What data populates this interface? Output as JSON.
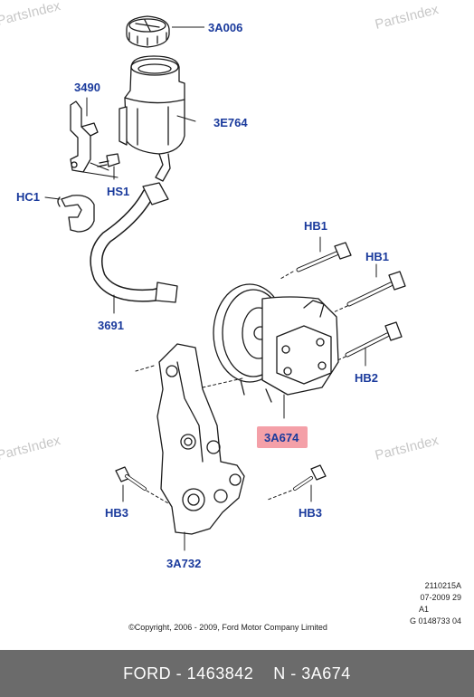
{
  "watermarks": [
    "PartsIndex",
    "PartsIndex",
    "PartsIndex",
    "PartsIndex"
  ],
  "callouts": {
    "cap": "3A006",
    "bracket": "3490",
    "reservoir": "3E764",
    "hc1": "HC1",
    "hs1": "HS1",
    "hose": "3691",
    "hb1_top": "HB1",
    "hb1_right": "HB1",
    "hb2": "HB2",
    "pump": "3A674",
    "hb3_left": "HB3",
    "hb3_right": "HB3",
    "mount_bracket": "3A732"
  },
  "highlight_color": "#f4a0a8",
  "drawing_ref": {
    "line1": "2110215A",
    "line2": "07-2009 29",
    "line3": "A1",
    "line4": "G 0148733 04"
  },
  "copyright": "©Copyright, 2006 - 2009, Ford Motor Company Limited",
  "footer": {
    "brand": "FORD",
    "sep1": " - ",
    "part_number": "1463842",
    "sep2": "    N - ",
    "part_code": "3A674"
  }
}
